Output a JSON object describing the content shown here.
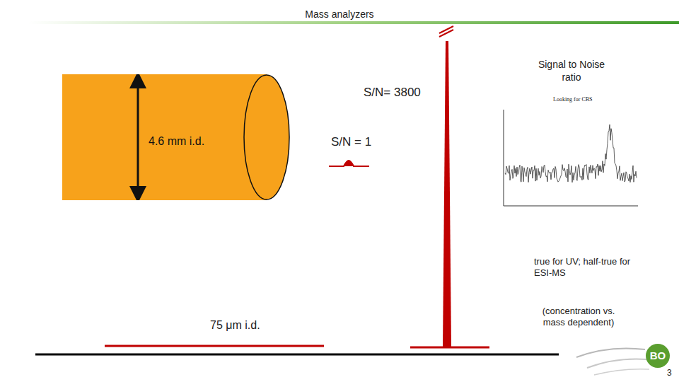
{
  "diagram": {
    "title": "Mass analyzers",
    "nodes": [
      {
        "text": [
          "4.6 mm i.d."
        ]
      }
    ],
    "labels": [
      "S/N= 3800",
      "S/N = 1",
      "Signal to Noise ratio",
      "Looking for CBS",
      "true for UV; half-true for ESI-MS",
      "(concentration vs. mass dependent)",
      "75 μm i.d.",
      "BO",
      "3"
    ]
  }
}
